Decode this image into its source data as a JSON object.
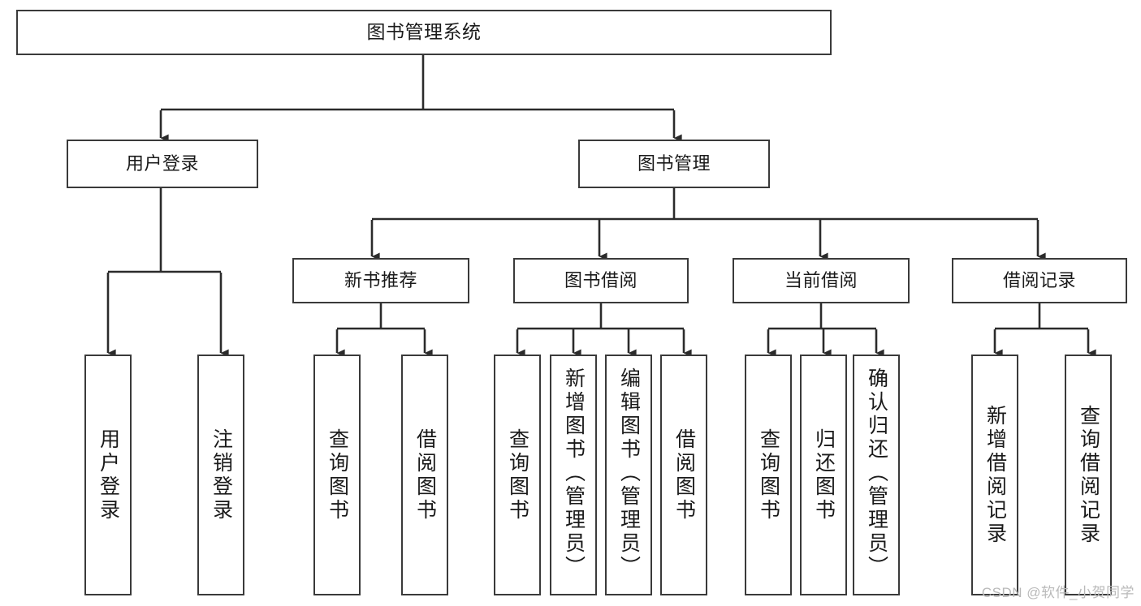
{
  "diagram": {
    "title": "图书管理系统",
    "type": "tree-hierarchy",
    "watermark": "CSDN @软件_小贺同学",
    "colors": {
      "box_border": "#3a3a3a",
      "box_fill": "#ffffff",
      "edge": "#2b2b2b",
      "text": "#1a1a1a",
      "watermark": "#b9b9b9",
      "background": "#ffffff"
    },
    "levels": {
      "root": "图书管理系统",
      "level2": [
        "用户登录",
        "图书管理"
      ],
      "level3": [
        "新书推荐",
        "图书借阅",
        "当前借阅",
        "借阅记录"
      ]
    },
    "nodes": {
      "root": {
        "label": "图书管理系统"
      },
      "user_login": {
        "label": "用户登录"
      },
      "book_manage": {
        "label": "图书管理"
      },
      "new_book_rec": {
        "label": "新书推荐"
      },
      "book_borrow": {
        "label": "图书借阅"
      },
      "current_borrow": {
        "label": "当前借阅"
      },
      "borrow_record": {
        "label": "借阅记录"
      },
      "leaf_user_login": {
        "label": "用户登录"
      },
      "leaf_logout": {
        "label": "注销登录"
      },
      "leaf_query_book_1": {
        "label": "查询图书"
      },
      "leaf_borrow_book_1": {
        "label": "借阅图书"
      },
      "leaf_query_book_2": {
        "label": "查询图书"
      },
      "leaf_add_book": {
        "label": "新增图书（管理员）"
      },
      "leaf_edit_book": {
        "label": "编辑图书（管理员）"
      },
      "leaf_borrow_book_2": {
        "label": "借阅图书"
      },
      "leaf_query_book_3": {
        "label": "查询图书"
      },
      "leaf_return_book": {
        "label": "归还图书"
      },
      "leaf_confirm_return": {
        "label": "确认归还（管理员）"
      },
      "leaf_add_record": {
        "label": "新增借阅记录"
      },
      "leaf_query_record": {
        "label": "查询借阅记录"
      }
    }
  }
}
